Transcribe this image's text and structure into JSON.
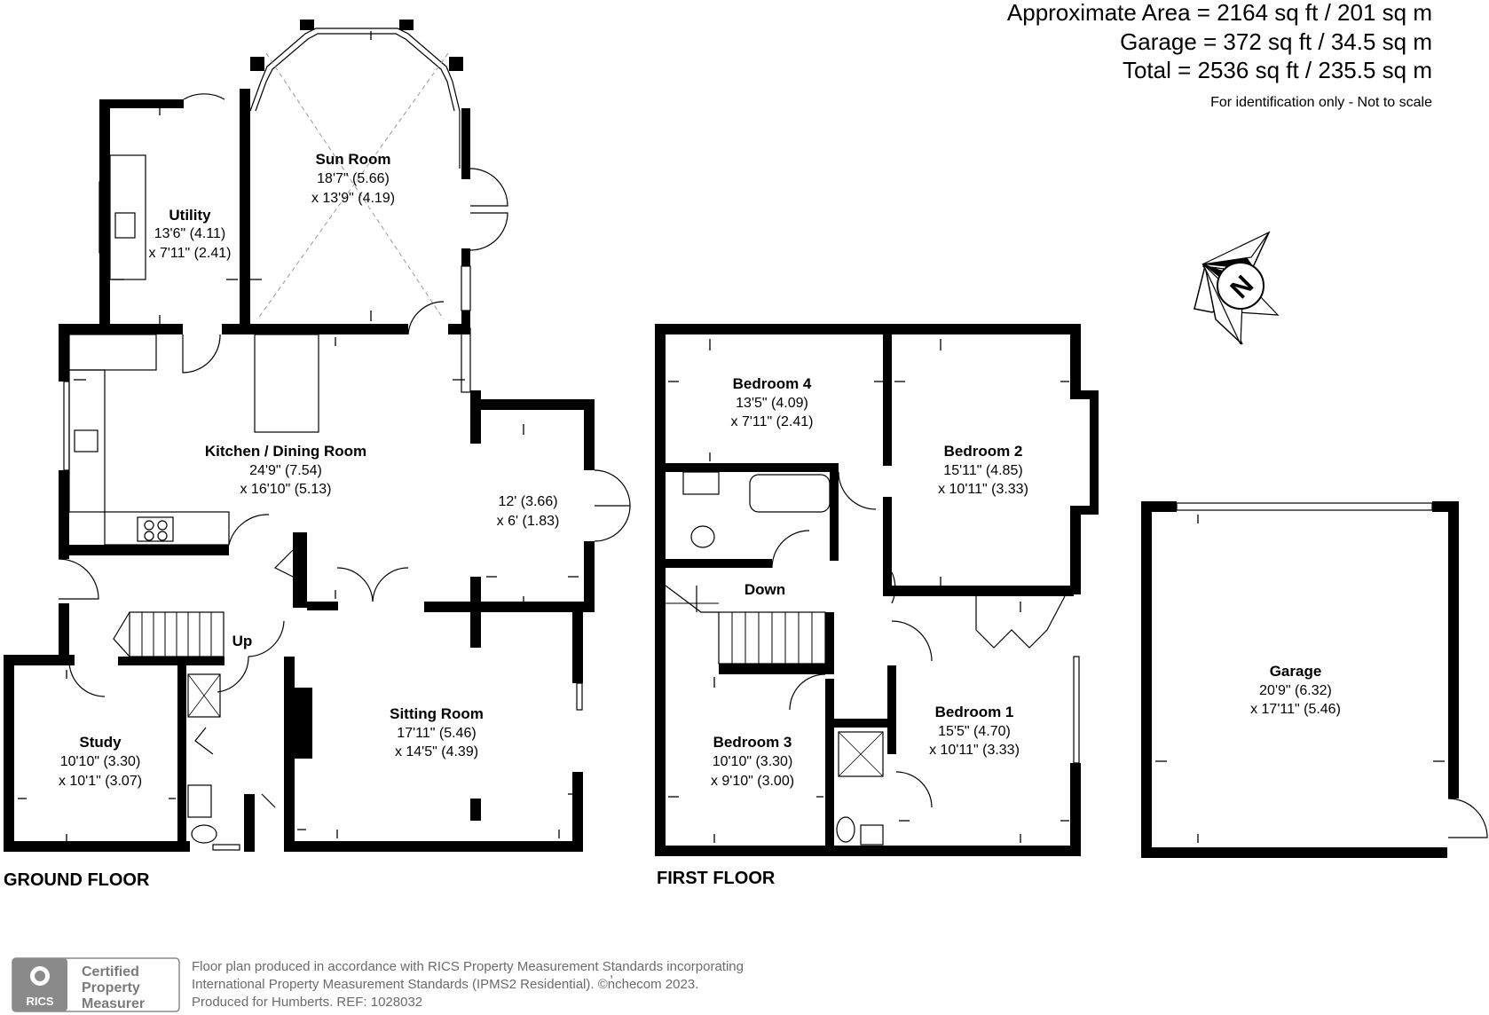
{
  "areas": {
    "approx": "Approximate Area = 2164 sq ft / 201 sq m",
    "garage": "Garage = 372 sq ft / 34.5 sq m",
    "total": "Total = 2536 sq ft / 235.5 sq m",
    "note": "For identification only - Not to scale"
  },
  "compass": {
    "label": "N"
  },
  "ground_floor": {
    "label": "GROUND FLOOR",
    "rooms": {
      "sun_room": {
        "name": "Sun Room",
        "dim1": "18'7\" (5.66)",
        "dim2": "x 13'9\" (4.19)"
      },
      "utility": {
        "name": "Utility",
        "dim1": "13'6\" (4.11)",
        "dim2": "x 7'11\" (2.41)"
      },
      "kitchen": {
        "name": "Kitchen / Dining Room",
        "dim1": "24'9\" (7.54)",
        "dim2": "x 16'10\" (5.13)"
      },
      "dining_ext": {
        "dim1": "12' (3.66)",
        "dim2": "x 6' (1.83)"
      },
      "sitting": {
        "name": "Sitting Room",
        "dim1": "17'11\" (5.46)",
        "dim2": "x 14'5\" (4.39)"
      },
      "study": {
        "name": "Study",
        "dim1": "10'10\" (3.30)",
        "dim2": "x 10'1\" (3.07)"
      },
      "stairs": {
        "name": "Up"
      }
    }
  },
  "first_floor": {
    "label": "FIRST FLOOR",
    "rooms": {
      "bed4": {
        "name": "Bedroom 4",
        "dim1": "13'5\" (4.09)",
        "dim2": "x 7'11\" (2.41)"
      },
      "bed2": {
        "name": "Bedroom 2",
        "dim1": "15'11\" (4.85)",
        "dim2": "x 10'11\" (3.33)"
      },
      "bed1": {
        "name": "Bedroom 1",
        "dim1": "15'5\" (4.70)",
        "dim2": "x 10'11\" (3.33)"
      },
      "bed3": {
        "name": "Bedroom 3",
        "dim1": "10'10\" (3.30)",
        "dim2": "x 9'10\" (3.00)"
      },
      "stairs": {
        "name": "Down"
      }
    }
  },
  "garage": {
    "name": "Garage",
    "dim1": "20'9\" (6.32)",
    "dim2": "x 17'11\" (5.46)"
  },
  "footer": {
    "badge_rics": "RICS",
    "badge_line1": "Certified",
    "badge_line2": "Property",
    "badge_line3": "Measurer",
    "line1": "Floor plan produced in accordance with RICS Property Measurement Standards incorporating",
    "line2": "International Property Measurement Standards (IPMS2 Residential).   ©n̓checom 2023.",
    "line3": "Produced for Humberts.   REF: 1028032"
  }
}
